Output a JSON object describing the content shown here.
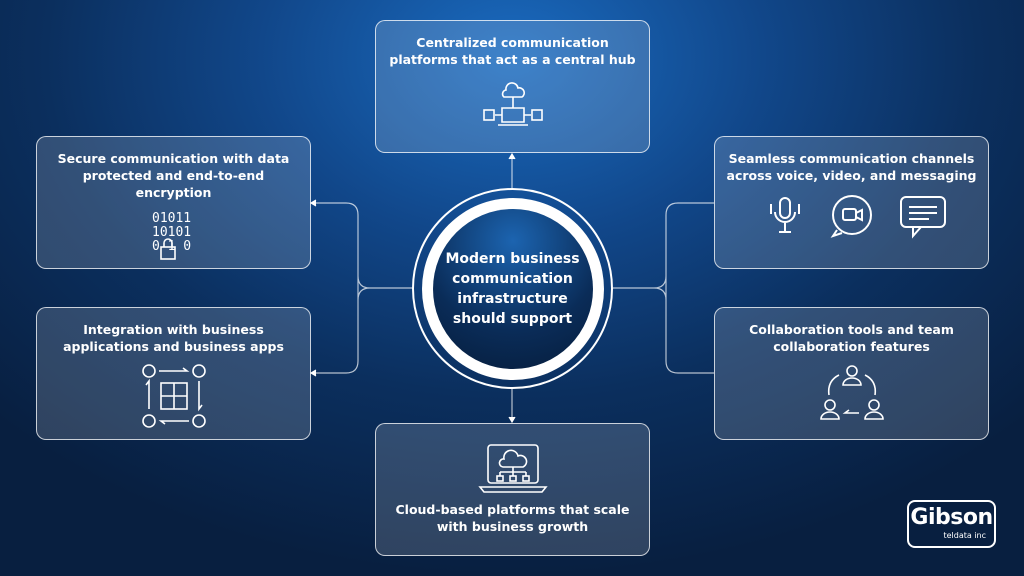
{
  "hub": {
    "text": "Modern business communication infrastructure should support"
  },
  "cards": [
    {
      "text": "Centralized communication platforms that act as a central hub",
      "icon": "central-hub-icon"
    },
    {
      "text": "Secure communication with data protected and end-to-end encryption",
      "icon": "binary-lock-icon"
    },
    {
      "text": "Seamless communication channels across voice, video, and messaging",
      "icon": "microphone-video-chat-icons"
    },
    {
      "text": "Integration with business applications and business apps",
      "icon": "gears-puzzle-icon"
    },
    {
      "text": "Collaboration tools and team collaboration features",
      "icon": "team-collaboration-icon"
    },
    {
      "text": "Cloud-based platforms that scale with business growth",
      "icon": "cloud-laptop-icon"
    }
  ],
  "logo": {
    "name": "Gibson",
    "sub": "teldata inc"
  }
}
